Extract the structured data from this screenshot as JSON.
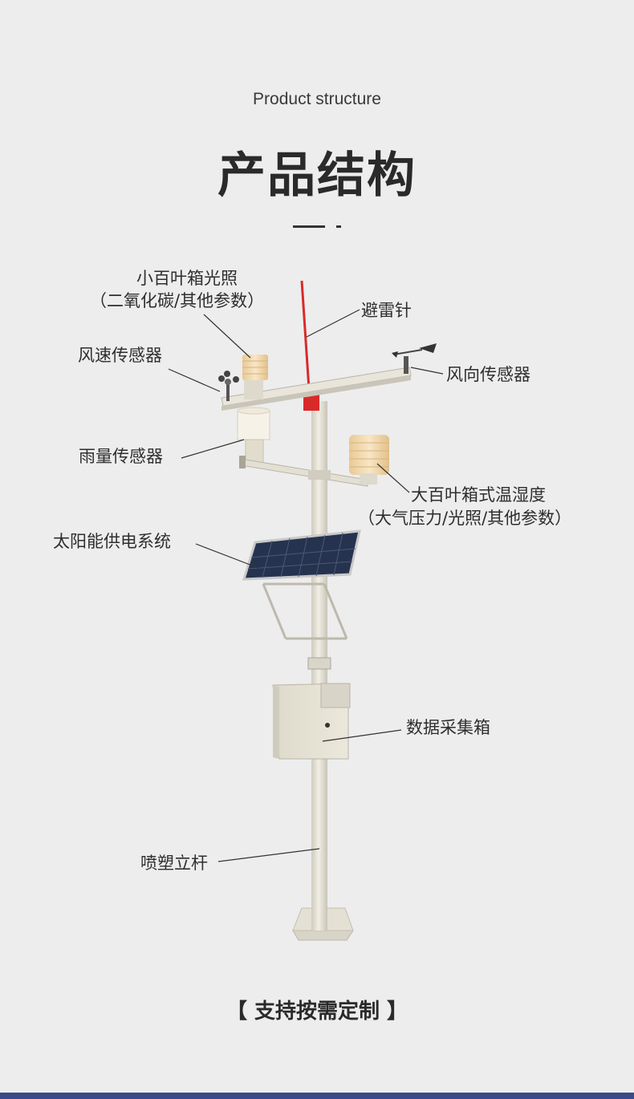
{
  "header": {
    "subtitle": "Product structure",
    "title": "产品结构"
  },
  "labels": {
    "small_shutter_line1": "小百叶箱光照",
    "small_shutter_line2": "（二氧化碳/其他参数）",
    "lightning_rod": "避雷针",
    "wind_speed": "风速传感器",
    "wind_direction": "风向传感器",
    "rain_gauge": "雨量传感器",
    "large_shutter_line1": "大百叶箱式温湿度",
    "large_shutter_line2": "（大气压力/光照/其他参数）",
    "solar_power": "太阳能供电系统",
    "data_box": "数据采集箱",
    "pole": "喷塑立杆"
  },
  "footer": {
    "note": "【 支持按需定制 】"
  },
  "colors": {
    "background": "#ededed",
    "pole": "#e6e2d6",
    "lightning_rod": "#d92a2a",
    "shutter": "#f3dcb4",
    "solar_panel": "#26334f",
    "bottom_strip": "#3a4a8a"
  }
}
